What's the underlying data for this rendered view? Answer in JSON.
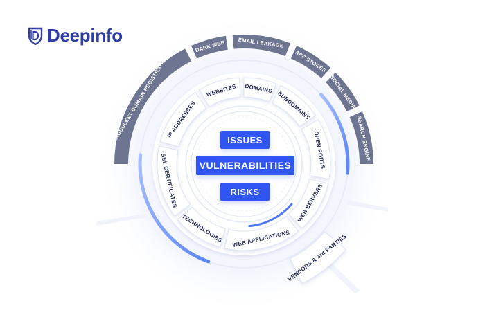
{
  "brand": {
    "name": "Deepinfo",
    "logo_icon": "shield-d-icon",
    "color": "#2e3ea6"
  },
  "colors": {
    "accent": "#2f55f2",
    "outer_tab": "#6e7591",
    "inner_text": "#1e2552"
  },
  "core": [
    "ISSUES",
    "VULNERABILITIES",
    "RISKS"
  ],
  "inner_ring": [
    "WEBSITES",
    "DOMAINS",
    "SUBDOMAINS",
    "OPEN PORTS",
    "WEB SERVERS",
    "WEB APPLICATIONS",
    "TECHNOLOGIES",
    "SSL CERTIFICATES",
    "IP ADDRESSES"
  ],
  "outer_ring": [
    "FRAUDULENT DOMAIN REGISTRATION",
    "DARK WEB",
    "EMAIL LEAKAGE",
    "APP STORES",
    "SOCIAL MEDIA",
    "SEARCH ENGINE"
  ],
  "vendors": "VENDORS & 3rd PARTIES"
}
